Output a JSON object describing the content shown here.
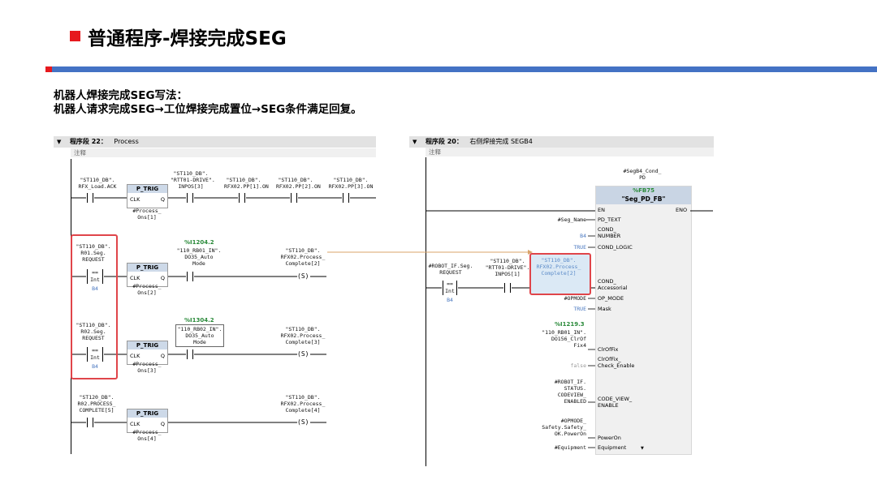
{
  "slide": {
    "title": "普通程序-焊接完成SEG",
    "desc_line1": "机器人焊接完成SEG写法：",
    "desc_line2": "机器人请求完成SEG→工位焊接完成置位→SEG条件满足回复。"
  },
  "left_network": {
    "segment_label": "程序段 22：",
    "segment_name": "Process",
    "comment": "注释",
    "rung1": {
      "contact1": "\"ST110_DB\".\nRFX_Load.ACK",
      "ptrig_name": "P_TRIG",
      "ptrig_clk": "CLK",
      "ptrig_q": "Q",
      "ptrig_mem": "#Process_\nOns[1]",
      "contact2": "\"ST110_DB\".\n\"RTT01-DRIVE\".\nINPOS[3]",
      "contact3": "\"ST110_DB\".\nRFX02.PP[1].ON",
      "contact4": "\"ST110_DB\".\nRFX02.PP[2].ON",
      "contact5": "\"ST110_DB\".\nRFX02.PP[3].ON"
    },
    "rung2": {
      "cmp_tag": "\"ST110_DB\".\nR01.Seg.\nREQUEST",
      "cmp_op": "==",
      "cmp_type": "Int",
      "cmp_val": "B4",
      "ptrig_name": "P_TRIG",
      "ptrig_clk": "CLK",
      "ptrig_q": "Q",
      "ptrig_mem": "#Process_\nOns[2]",
      "addr": "%I1204.2",
      "contact": "\"110_RB01_IN\".\nDO35_Auto\nMode",
      "coil_tag": "\"ST110_DB\".\nRFX02.Process_\nComplete[2]",
      "coil_sym": "S"
    },
    "rung3": {
      "cmp_tag": "\"ST110_DB\".\nR02.Seg.\nREQUEST",
      "cmp_op": "==",
      "cmp_type": "Int",
      "cmp_val": "B4",
      "ptrig_name": "P_TRIG",
      "ptrig_clk": "CLK",
      "ptrig_q": "Q",
      "ptrig_mem": "#Process_\nOns[3]",
      "addr": "%I1304.2",
      "contact": "\"110_RB02_IN\".\nDO35_Auto\nMode",
      "coil_tag": "\"ST110_DB\".\nRFX02.Process_\nComplete[3]",
      "coil_sym": "S"
    },
    "rung4": {
      "contact": "\"ST120_DB\".\nR02.PROCESS_\nCOMPLETE[5]",
      "ptrig_name": "P_TRIG",
      "ptrig_clk": "CLK",
      "ptrig_q": "Q",
      "ptrig_mem": "#Process_\nOns[4]",
      "coil_tag": "\"ST110_DB\".\nRFX02.Process_\nComplete[4]",
      "coil_sym": "S"
    }
  },
  "right_network": {
    "segment_label": "程序段 20：",
    "segment_name": "右侧焊接完成 SEGB4",
    "comment": "注释",
    "instance": "#SegB4_Cond_\nPD",
    "fb_addr": "%FB75",
    "fb_name": "\"Seg_PD_FB\"",
    "en": "EN",
    "eno": "ENO",
    "pins": {
      "seg_name_arg": "#Seg_Name",
      "pd_text": "PD_TEXT",
      "number_arg": "B4",
      "cond_number": "COND_\nNUMBER",
      "logic_arg": "TRUE",
      "cond_logic": "COND_LOGIC",
      "cond_accessorial": "COND_\nAccessorial",
      "opmode_arg": "#OPMODE",
      "op_mode": "OP_MODE",
      "mask_arg": "TRUE",
      "mask": "Mask",
      "clr_addr": "%I1219.3",
      "clr_arg": "\"110_RB01_IN\".\nDO156_ClrOf\nFix4",
      "clr_of_fix": "ClrOfFix",
      "check_arg": "false",
      "clr_check": "ClrOfFix_\nCheck_Enable",
      "codeview_arg": "#ROBOT_IF.\nSTATUS.\nCODEVIEW_\nENABLED",
      "code_view": "CODE_VIEW_\nENABLE",
      "power_arg": "#OPMODE_\nSafety.Safety_\nOK.PowerOn",
      "power_on": "PowerOn",
      "equip_arg": "#Equipment",
      "equipment": "Equipment"
    },
    "cmp_tag": "#ROBOT_IF.Seg.\nREQUEST",
    "cmp_op": "==",
    "cmp_type": "Int",
    "cmp_val": "B4",
    "contact": "\"ST110_DB\".\n\"RTT01-DRIVE\".\nINPOS[1]",
    "highlight_tag": "\"ST110_DB\".\nRFX02.Process_\nComplete[2]"
  },
  "colors": {
    "accent_red": "#e6191e",
    "accent_blue": "#4472c4",
    "highlight": "#e0454a",
    "arrow": "#d9a36a"
  }
}
